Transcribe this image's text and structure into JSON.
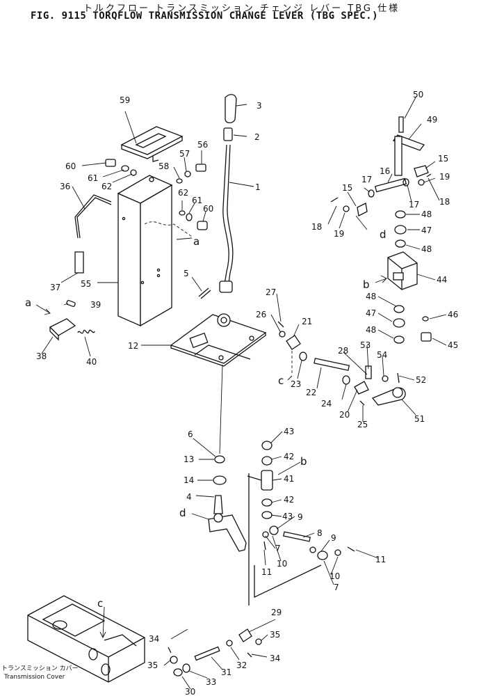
{
  "title_jp": "トルクフロー トランスミッション チェンジ レバー TBG 仕様",
  "title_en": "FIG. 9115  TORQFLOW TRANSMISSION CHANGE LEVER (TBG SPEC.)",
  "caption_jp": "トランスミッション カバー",
  "caption_en": "Transmission Cover",
  "refs": {
    "a": "a",
    "b": "b",
    "c": "c",
    "d": "d"
  },
  "labels": {
    "l1": "1",
    "l2": "2",
    "l3": "3",
    "l4": "4",
    "l5": "5",
    "l6": "6",
    "l7a": "7",
    "l7b": "7",
    "l8": "8",
    "l9a": "9",
    "l9b": "9",
    "l10a": "10",
    "l10b": "10",
    "l11a": "11",
    "l11b": "11",
    "l12": "12",
    "l13": "13",
    "l14": "14",
    "l15a": "15",
    "l15b": "15",
    "l16": "16",
    "l17a": "17",
    "l17b": "17",
    "l18a": "18",
    "l18b": "18",
    "l19a": "19",
    "l19b": "19",
    "l20": "20",
    "l21": "21",
    "l22": "22",
    "l23": "23",
    "l24": "24",
    "l25": "25",
    "l26": "26",
    "l27": "27",
    "l28": "28",
    "l29": "29",
    "l30": "30",
    "l31": "31",
    "l32": "32",
    "l33": "33",
    "l34a": "34",
    "l34b": "34",
    "l35a": "35",
    "l35b": "35",
    "l36": "36",
    "l37": "37",
    "l38": "38",
    "l39": "39",
    "l40": "40",
    "l41": "41",
    "l42a": "42",
    "l42b": "42",
    "l43a": "43",
    "l43b": "43",
    "l44": "44",
    "l45": "45",
    "l46": "46",
    "l47a": "47",
    "l47b": "47",
    "l48a": "48",
    "l48b": "48",
    "l48c": "48",
    "l48d": "48",
    "l49": "49",
    "l50": "50",
    "l51": "51",
    "l52": "52",
    "l53": "53",
    "l54": "54",
    "l55": "55",
    "l56": "56",
    "l57": "57",
    "l58": "58",
    "l59": "59",
    "l60a": "60",
    "l60b": "60",
    "l61a": "61",
    "l61b": "61",
    "l62a": "62",
    "l62b": "62"
  }
}
